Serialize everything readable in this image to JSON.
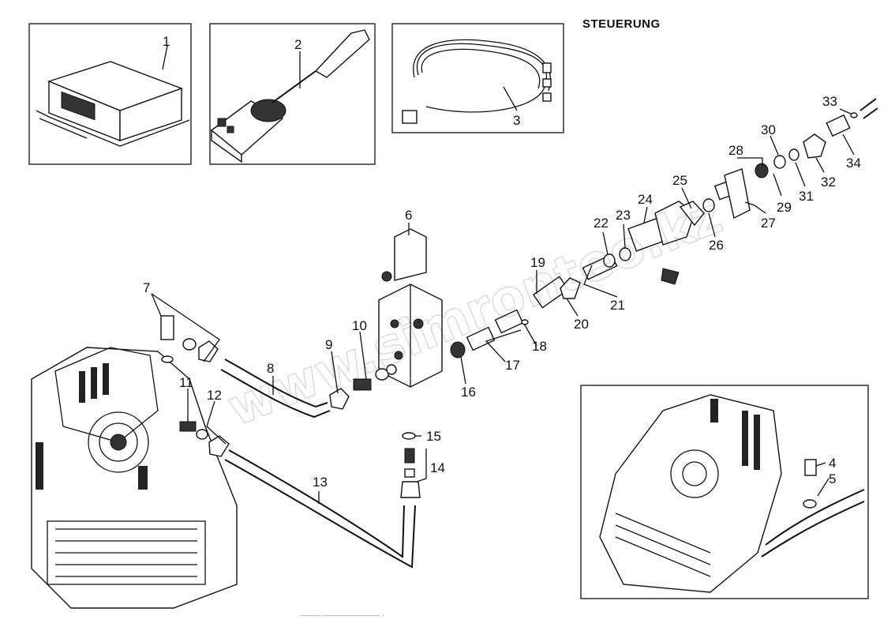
{
  "title": "STEUERUNG",
  "watermark": "www.simronteo.kz",
  "callouts": [
    "1",
    "2",
    "3",
    "4",
    "5",
    "6",
    "7",
    "8",
    "9",
    "10",
    "11",
    "12",
    "13",
    "14",
    "15",
    "16",
    "17",
    "18",
    "19",
    "20",
    "21",
    "22",
    "23",
    "24",
    "25",
    "26",
    "27",
    "28",
    "29",
    "30",
    "31",
    "32",
    "33",
    "34"
  ],
  "footer_marks": "———  ————————  ·"
}
